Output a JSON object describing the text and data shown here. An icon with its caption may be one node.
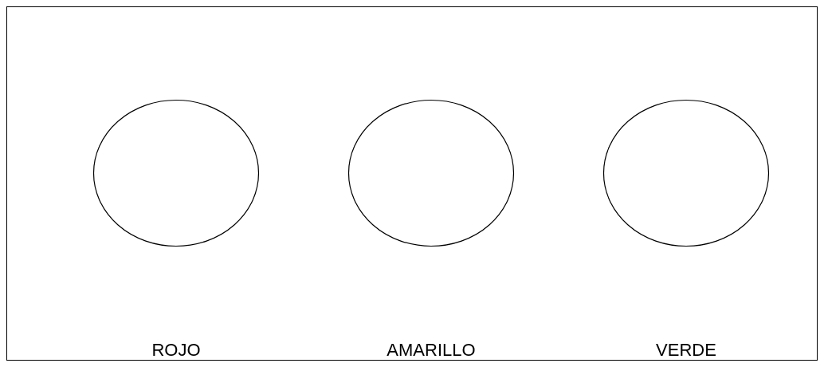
{
  "diagram": {
    "nodes": [
      {
        "text": [],
        "shape": "circle"
      },
      {
        "text": [],
        "shape": "circle"
      },
      {
        "text": [],
        "shape": "circle"
      }
    ],
    "labels": [
      "ROJO",
      "AMARILLO",
      "VERDE"
    ]
  }
}
